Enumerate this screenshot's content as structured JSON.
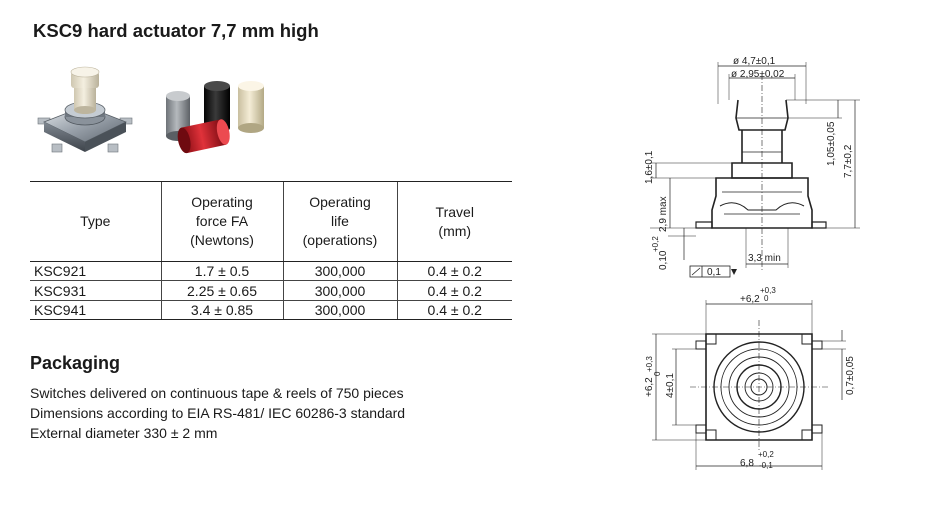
{
  "title": "KSC9 hard actuator 7,7 mm high",
  "table": {
    "headers": [
      [
        "Type"
      ],
      [
        "Operating",
        "force FA",
        "(Newtons)"
      ],
      [
        "Operating",
        "life",
        "(operations)"
      ],
      [
        "Travel",
        "(mm)"
      ]
    ],
    "rows": [
      {
        "type": "KSC921",
        "force": "1.7 ± 0.5",
        "life": "300,000",
        "travel": "0.4 ± 0.2"
      },
      {
        "type": "KSC931",
        "force": "2.25 ± 0.65",
        "life": "300,000",
        "travel": "0.4 ± 0.2"
      },
      {
        "type": "KSC941",
        "force": "3.4 ± 0.85",
        "life": "300,000",
        "travel": "0.4 ± 0.2"
      }
    ]
  },
  "packaging": {
    "title": "Packaging",
    "lines": [
      "Switches delivered on continuous tape & reels of 750 pieces",
      "Dimensions according to EIA RS-481/ IEC 60286-3 standard",
      "External diameter 330 ± 2 mm"
    ]
  },
  "drawing_side": {
    "dia_outer": "ø 4,7±0,1",
    "dia_inner": "ø 2,95±0,02",
    "cap_height": "1,05±0,05",
    "total_height": "7,7±0,2",
    "max_height": "1,6±0,1",
    "body_height": "2,9 max",
    "offset_plus": "+0,2",
    "offset_base": "0,10",
    "width_min": "3,3 min",
    "flatness_value": "0,1"
  },
  "drawing_top": {
    "width_tol": "+0,3",
    "width_base": "+6,2",
    "width_zero": "0",
    "height_tol": "+0,3",
    "height_base": "+6,2",
    "height_zero": "0",
    "inner_width": "4±0,1",
    "terminal_width": "0,7±0,05",
    "overall_tol": "+0,2",
    "overall_base": "6,8",
    "overall_minus": "-0,1"
  },
  "colors": {
    "text": "#1a1a1a",
    "line": "#222222",
    "cap_red": "#c8202a",
    "cap_black": "#141414",
    "cap_grey": "#8e9296",
    "cap_ivory": "#e8dfc6"
  }
}
